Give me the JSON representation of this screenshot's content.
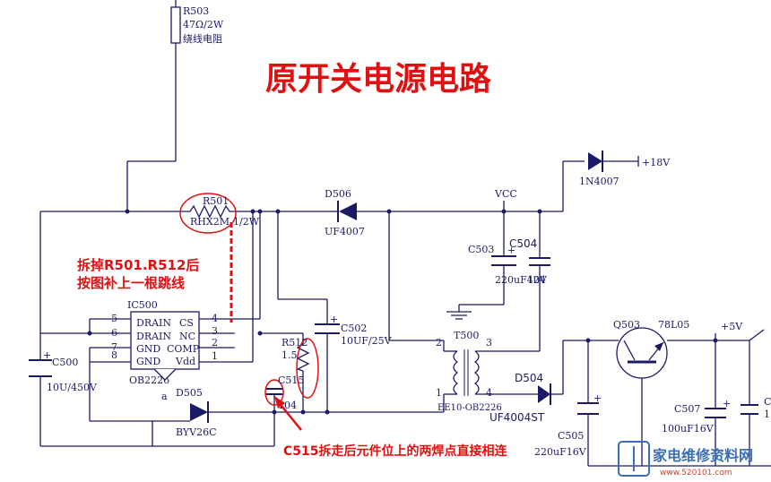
{
  "title": "原开关电源电路",
  "note_r501": [
    "拆掉R501.R512后",
    "按图补上一根跳线"
  ],
  "note_c515": "C515拆走后元件位上的两焊点直接相连",
  "components": {
    "r503": {
      "ref": "R503",
      "value": "47Ω/2W",
      "desc": "绕线电阻"
    },
    "r501": {
      "ref": "R501",
      "value": "RHX2M",
      "power": "1/2W"
    },
    "d506": {
      "ref": "D506",
      "part": "UF4007"
    },
    "vcc": "VCC",
    "plus18": "+18V",
    "d_1n4007": "1N4007",
    "c503": {
      "ref": "C503",
      "value": "220uF42V"
    },
    "c504": {
      "ref": "C504",
      "value": "104"
    },
    "ic500": {
      "ref": "IC500",
      "part": "OB2226"
    },
    "pins_left": [
      {
        "num": "5",
        "name": "DRAIN"
      },
      {
        "num": "6",
        "name": "DRAIN"
      },
      {
        "num": "7",
        "name": "GND"
      },
      {
        "num": "8",
        "name": "GND"
      }
    ],
    "pins_right": [
      {
        "num": "4",
        "name": "CS"
      },
      {
        "num": "3",
        "name": "NC"
      },
      {
        "num": "2",
        "name": "COMP"
      },
      {
        "num": "1",
        "name": "Vdd"
      }
    ],
    "c502": {
      "ref": "C502",
      "value": "10UF/25V"
    },
    "r512": {
      "ref": "R512",
      "value": "1.5"
    },
    "c515": {
      "ref": "C515",
      "value": "104"
    },
    "c500": {
      "ref": "C500",
      "value": "10U/450V"
    },
    "d505": {
      "ref": "D505",
      "part": "BYV26C"
    },
    "node_a": "a",
    "t500": {
      "ref": "T500",
      "part": "EE10-OB2226",
      "pins": [
        "2",
        "3",
        "1",
        "4"
      ]
    },
    "d504": {
      "ref": "D504",
      "part": "UF4004ST"
    },
    "q503": {
      "ref": "Q503",
      "part": "78L05"
    },
    "plus5": "+5V",
    "c505": {
      "ref": "C505",
      "value": "220uF16V"
    },
    "c507": {
      "ref": "C507",
      "value": "100uF16V"
    },
    "c_right": {
      "ref": "C",
      "value": "1"
    }
  },
  "watermark": {
    "text": "家电维修资料网",
    "url": "www.520101.com"
  },
  "colors": {
    "wire": "#1a1a66",
    "annotation": "#e01010",
    "watermark": "#3a6fb5"
  }
}
